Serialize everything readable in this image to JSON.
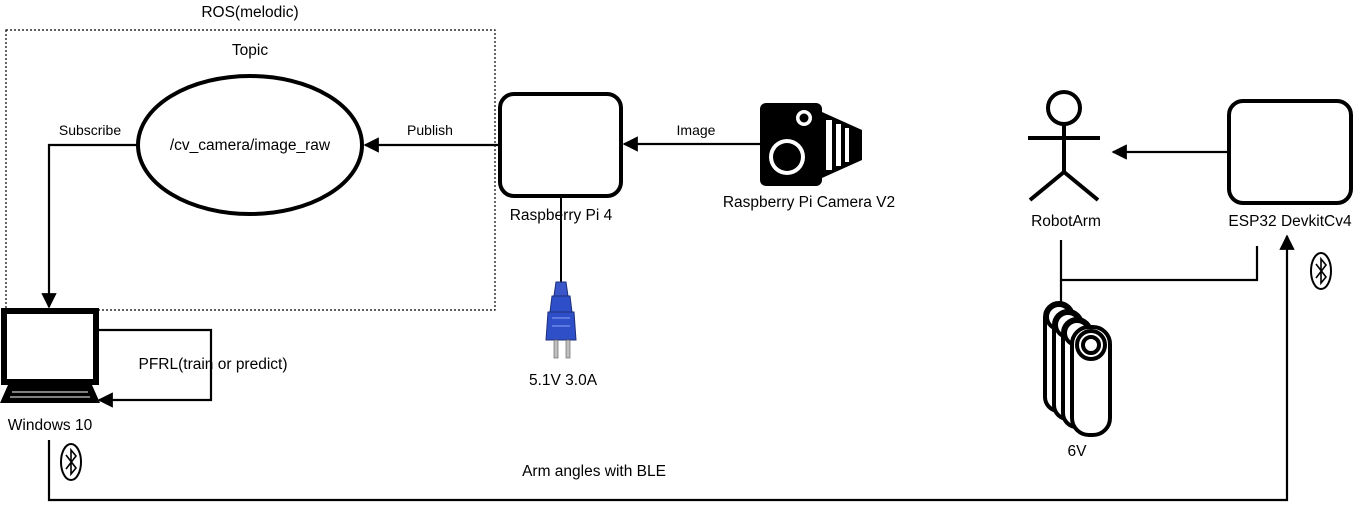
{
  "diagram": {
    "ros_container_label": "ROS(melodic)",
    "topic_section_label": "Topic",
    "topic_node_label": "/cv_camera/image_raw",
    "raspberry_pi_label": "Raspberry Pi 4",
    "camera_label": "Raspberry Pi Camera V2",
    "power_label": "5.1V 3.0A",
    "windows_label": "Windows 10",
    "robot_arm_label": "RobotArm",
    "esp32_label": "ESP32 DevkitCv4",
    "battery_label": "6V",
    "edges": {
      "subscribe": "Subscribe",
      "publish": "Publish",
      "image": "Image",
      "pfrl": "PFRL(train or predict)",
      "ble": "Arm angles with BLE"
    },
    "icons": {
      "bluetooth": "bluetooth-icon",
      "camera": "camera-icon",
      "power_plug": "power-plug-icon",
      "computer": "computer-monitor-icon",
      "actor": "actor-icon",
      "battery": "battery-pack-icon"
    },
    "colors": {
      "line": "#000000",
      "plug": "#2f4fc8",
      "background": "#ffffff"
    }
  }
}
